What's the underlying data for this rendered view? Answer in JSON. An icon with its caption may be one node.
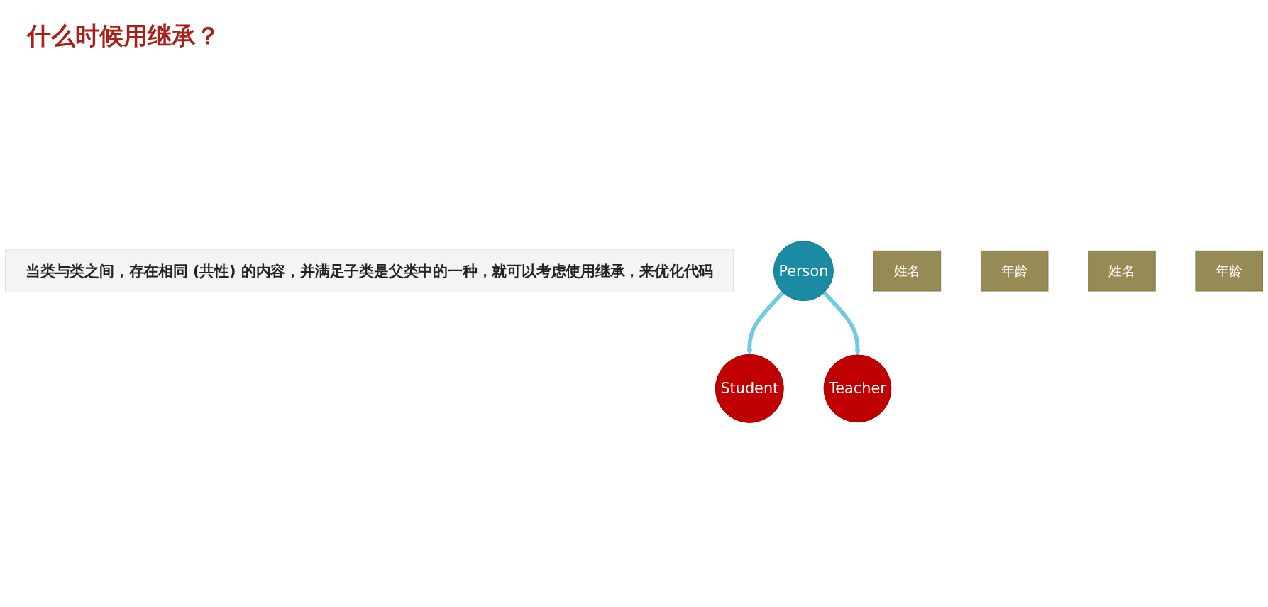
{
  "diagram": {
    "title": "什么时候用继承？",
    "nodes": [
      {
        "text": [
          "当类与类之间，存在相同 (共性) 的内容，并满足子类是父类中的一种，就可以考虑使用继承，来优化代码"
        ]
      },
      {
        "text": [
          "Person"
        ]
      },
      {
        "text": [
          "Student"
        ]
      },
      {
        "text": [
          "Teacher"
        ]
      },
      {
        "text": [
          "姓名"
        ]
      },
      {
        "text": [
          "年龄"
        ]
      },
      {
        "text": [
          "姓名"
        ]
      },
      {
        "text": [
          "年龄"
        ]
      }
    ],
    "edges": [
      {
        "from": 1,
        "to": 2,
        "arrow": "to"
      },
      {
        "from": 1,
        "to": 3,
        "arrow": "to"
      }
    ]
  }
}
